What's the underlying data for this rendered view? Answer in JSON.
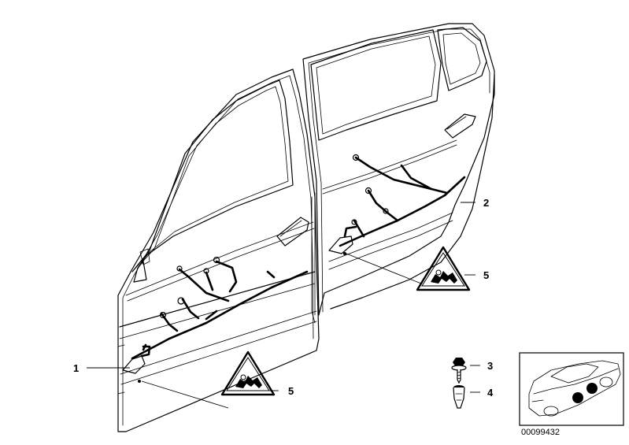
{
  "diagram": {
    "callouts": [
      {
        "id": "1",
        "label": "1"
      },
      {
        "id": "2",
        "label": "2"
      },
      {
        "id": "3",
        "label": "3"
      },
      {
        "id": "4",
        "label": "4"
      },
      {
        "id": "5a",
        "label": "5"
      },
      {
        "id": "5b",
        "label": "5"
      }
    ],
    "diagram_code": "00099432",
    "icons": [
      "front-door-icon",
      "rear-door-icon",
      "wiring-harness-icon",
      "warning-triangle-icon",
      "screw-icon",
      "clip-icon",
      "car-location-icon"
    ]
  }
}
